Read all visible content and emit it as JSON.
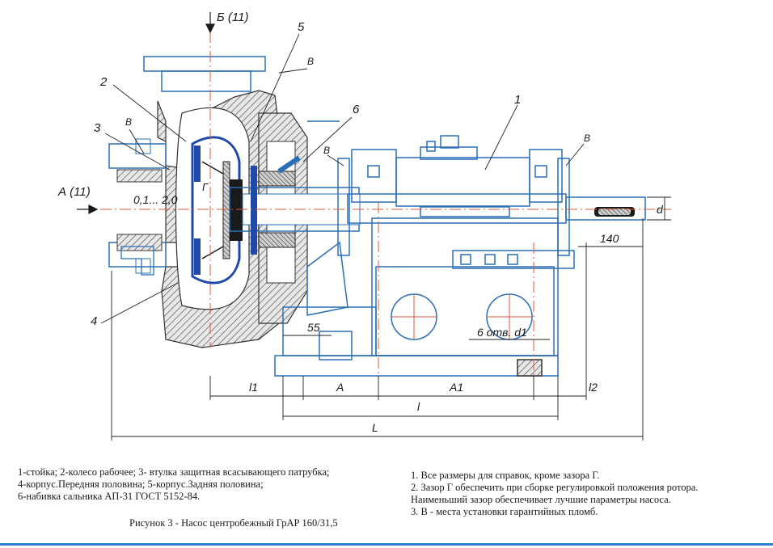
{
  "drawing": {
    "view_labels": {
      "b_view": "Б (11)",
      "a_view": "А (11)"
    },
    "part_numbers": [
      "1",
      "2",
      "3",
      "4",
      "5",
      "6"
    ],
    "seal_mark": "В",
    "gap_label": "Г",
    "gap_dim": "0,1... 2,0",
    "dimensions": {
      "d": "d",
      "d140": "140",
      "d55": "55",
      "holes": "6 отв. d1",
      "l1": "l1",
      "A": "A",
      "A1": "A1",
      "l2": "l2",
      "l": "l",
      "L": "L"
    },
    "colors": {
      "line": "#2a6fb8",
      "hatch": "#3a3a3a",
      "steel": "#1f4aa8"
    }
  },
  "legend": {
    "line1": "1-стойка; 2-колесо рабочее; 3- втулка защитная всасывающего патрубка;",
    "line2": "4-корпус.Передняя половина; 5-корпус.Задняя половина;",
    "line3": "6-набивка сальника АП-31 ГОСТ 5152-84."
  },
  "notes": {
    "n1": "1. Все размеры для справок, кроме зазора Г.",
    "n2": "2. Зазор Г обеспечить при сборке регулировкой положения ротора.",
    "n2b": "Наименьший зазор обеспечивает лучшие параметры насоса.",
    "n3": "3. В - места установки гарантийных пломб."
  },
  "caption": "Рисунок 3 - Насос центробежный ГрАР 160/31,5"
}
